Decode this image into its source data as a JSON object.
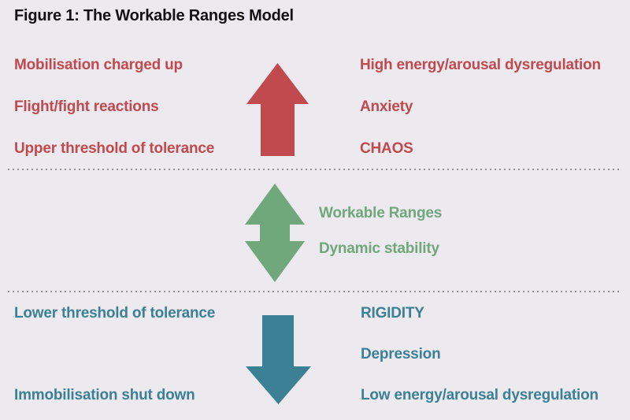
{
  "title": "Figure 1: The Workable Ranges Model",
  "colors": {
    "background": "#ECE9EF",
    "title": "#111111",
    "red": "#C04A4E",
    "green": "#70A77B",
    "teal": "#3C8095",
    "dots": "#98959B"
  },
  "sections": {
    "hyperarousal": {
      "left_items": [
        "Mobilisation charged up",
        "Flight/fight reactions",
        "Upper threshold of tolerance"
      ],
      "right_items": [
        "High energy/arousal dysregulation",
        "Anxiety",
        "CHAOS"
      ],
      "icon": "up-arrow-icon"
    },
    "workable": {
      "labels": [
        "Workable Ranges",
        "Dynamic stability"
      ],
      "icon": "up-down-arrow-icon"
    },
    "hypoarousal": {
      "left_items": [
        "Lower threshold of tolerance",
        "Immobilisation shut down"
      ],
      "right_items": [
        "RIGIDITY",
        "Depression",
        "Low energy/arousal dysregulation"
      ],
      "icon": "down-arrow-icon"
    }
  }
}
